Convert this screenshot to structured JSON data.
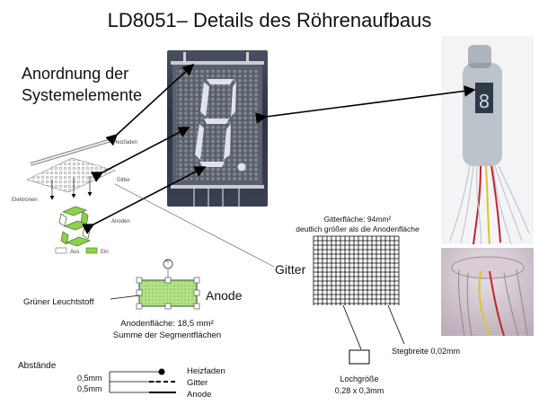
{
  "title": "LD8051– Details des Röhrenaufbaus",
  "arrangement_title_line1": "Anordnung der",
  "arrangement_title_line2": "Systemelemente",
  "schematic": {
    "heizfaden": "Heizfaden",
    "gitter": "Gitter",
    "elektronen": "Elektronen",
    "anoden": "Anoden",
    "legend_aus": "Aus",
    "legend_ein": "Ein"
  },
  "grid_area_label_line1": "Gitterfläche: 94mm²",
  "grid_area_label_line2": "deutlich größer als die Anodenfläche",
  "gitter_label": "Gitter",
  "stegbreite": "Stegbreite 0,02mm",
  "lochgroesse_line1": "Lochgröße",
  "lochgroesse_line2": "0,28 x 0,3mm",
  "anode_label": "Anode",
  "gruener_leuchtstoff": "Grüner Leuchtstoff",
  "anodenflaeche_line1": "Anodenfläche: 18,5 mm²",
  "anodenflaeche_line2": "Summe der Segmentflächen",
  "abstaende": {
    "title": "Abstände",
    "dist1": "0,5mm",
    "dist2": "0,5mm",
    "heizfaden": "Heizfaden",
    "gitter": "Gitter",
    "anode": "Anode"
  },
  "colors": {
    "green_fill": "#8fd14f",
    "green_dots": "#a8dd7c",
    "black": "#000000"
  }
}
